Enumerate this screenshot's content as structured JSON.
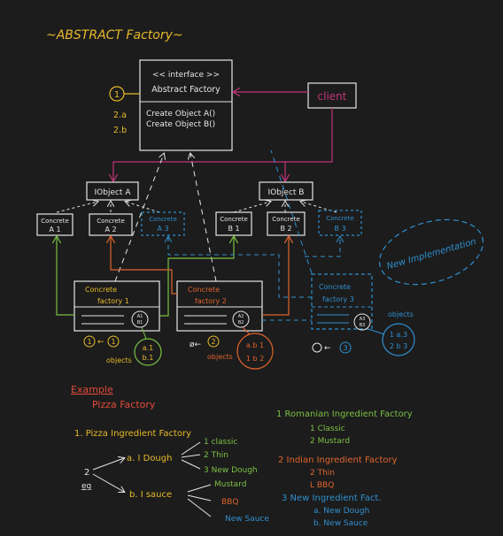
{
  "title": "~ABSTRACT Factory~",
  "interface_box": {
    "stereotype": "<< interface >>",
    "name": "Abstract Factory",
    "methods": [
      "Create Object A()",
      "Create Object B()"
    ],
    "method_numbers": [
      "2.a",
      "2.b"
    ],
    "badge": "1"
  },
  "client": "client",
  "abstract_products": [
    "IObject A",
    "IObject B"
  ],
  "concrete_products_a": [
    {
      "line1": "Concrete",
      "line2": "A 1"
    },
    {
      "line1": "Concrete",
      "line2": "A 2"
    },
    {
      "line1": "Concrete",
      "line2": "A 3"
    }
  ],
  "concrete_products_b": [
    {
      "line1": "Concrete",
      "line2": "B 1"
    },
    {
      "line1": "Concrete",
      "line2": "B 2"
    },
    {
      "line1": "Concrete",
      "line2": "B 3"
    }
  ],
  "factories": [
    {
      "line1": "Concrete",
      "line2": "factory 1",
      "sub_a": "A1",
      "sub_b": "B1",
      "num": "1",
      "objects_label": "objects",
      "objects": [
        "a.1",
        "b.1"
      ]
    },
    {
      "line1": "Concrete",
      "line2": "factory 2",
      "sub_a": "A2",
      "sub_b": "B2",
      "num": "2",
      "objects_label": "objects",
      "objects": [
        "a.b 1",
        "1 b 2"
      ]
    },
    {
      "line1": "Concrete",
      "line2": "factory 3",
      "sub_a": "A3",
      "sub_b": "B3",
      "num": "3",
      "objects_label": "objects",
      "objects": [
        "1 a.3",
        "2 b 3"
      ]
    }
  ],
  "new_impl": "New Implementation",
  "example": {
    "heading": "Example",
    "subtitle": "Pizza Factory",
    "interface": "1. Pizza Ingredient Factory",
    "num2": "2",
    "eg": "eg",
    "dough": "a. I Dough",
    "dough_options": [
      "1 classic",
      "2 Thin",
      "3 New Dough"
    ],
    "sauce": "b. I sauce",
    "sauce_options": [
      "Mustard",
      "BBQ",
      "New Sauce"
    ],
    "factories": [
      {
        "title": "1 Romanian Ingredient Factory",
        "items": [
          "1 Classic",
          "2 Mustard"
        ]
      },
      {
        "title": "2 Indian Ingredient Factory",
        "items": [
          "2 Thin",
          "L BBQ"
        ]
      },
      {
        "title": "3 New Ingredient Fact.",
        "items": [
          "a. New Dough",
          "b. New Sauce"
        ]
      }
    ]
  },
  "colors": {
    "background": "#1c1c1c",
    "white": "#e6e6e6",
    "yellow": "#e7b92a",
    "orange": "#e0642c",
    "green": "#7bc043",
    "blue": "#2f8fcf",
    "magenta": "#c2337a",
    "red": "#e04a3a"
  }
}
